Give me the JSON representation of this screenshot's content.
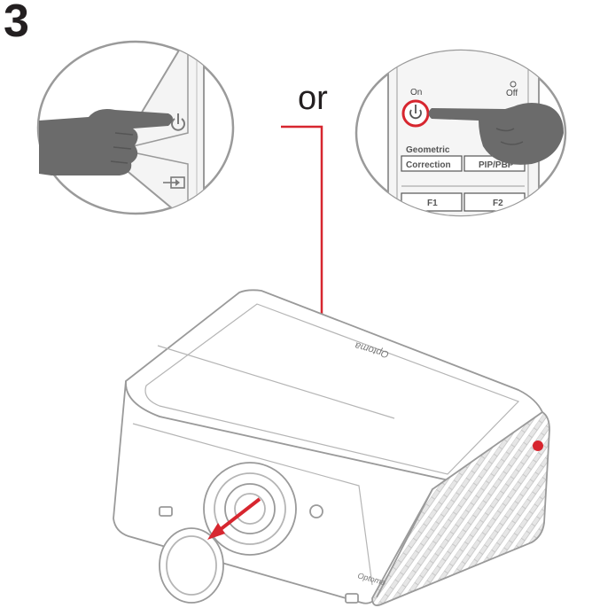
{
  "step_number": "3",
  "connector_text": "or",
  "remote_panel": {
    "on_label": "On",
    "off_label": "Off",
    "geometric_label": "Geometric",
    "correction_label": "Correction",
    "pip_label": "PIP/PBP",
    "f1_label": "F1",
    "f2_label": "F2"
  },
  "projector": {
    "brand_top": "Optoma",
    "brand_front": "Optoma"
  },
  "colors": {
    "accent_red": "#d7262f",
    "outline_gray": "#9a9a9a",
    "hand_gray": "#6b6b6b"
  },
  "icons": [
    "power-icon",
    "source-icon",
    "pointing-hand-icon",
    "arrow-icon"
  ]
}
